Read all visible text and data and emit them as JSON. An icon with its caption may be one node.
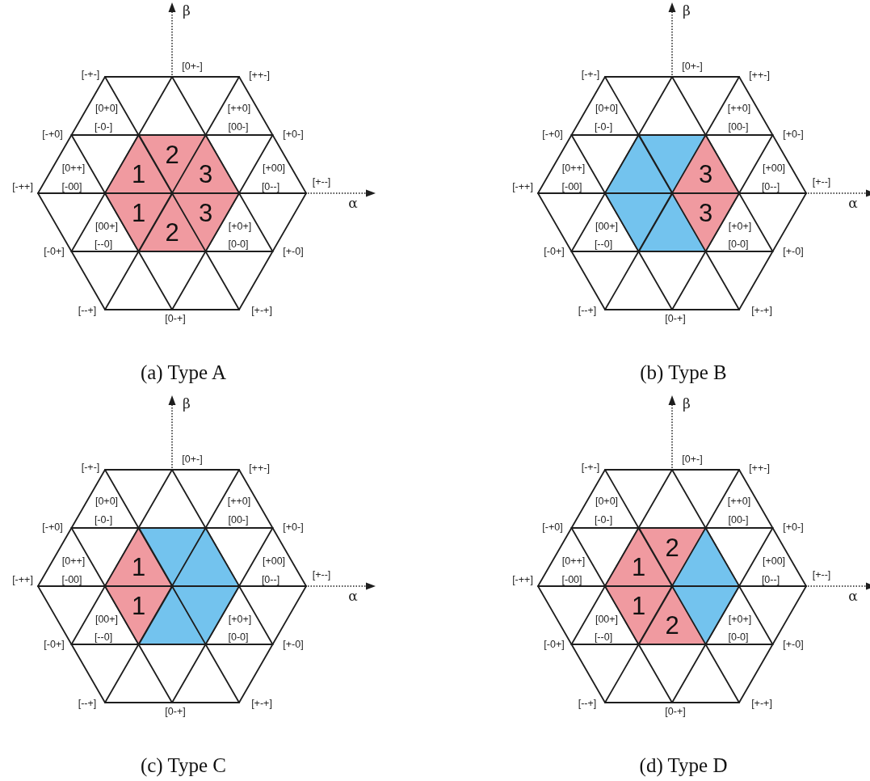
{
  "diagram": {
    "nodes": [
      {
        "text": [],
        "shape": "hexagon",
        "beside": [
          "β",
          "[0+-]",
          "[-+-]",
          "[++-]",
          "[0+0]",
          "[++0]",
          "[-0-]",
          "[00-]",
          "[-+0]",
          "[+0-]",
          "[0++]",
          "[+00]",
          "[+--]",
          "[-++]",
          "[-00]",
          "[0--]",
          "α",
          "[00+]",
          "[+0+]",
          "[--0]",
          "[0-0]",
          "[-0+]",
          "[+-0]",
          "[--+]",
          "[+-+]",
          "[0-+]"
        ]
      },
      {
        "text": [
          "1"
        ],
        "in": 0
      },
      {
        "text": [
          "2"
        ],
        "in": 0
      },
      {
        "text": [
          "3"
        ],
        "in": 0
      },
      {
        "text": [
          "1"
        ],
        "in": 0
      },
      {
        "text": [
          "2"
        ],
        "in": 0
      },
      {
        "text": [
          "3"
        ],
        "in": 0
      },
      {
        "text": [],
        "shape": "hexagon",
        "beside": [
          "β",
          "[0+-]",
          "[-+-]",
          "[++-]",
          "[0+0]",
          "[++0]",
          "[-0-]",
          "[00-]",
          "[-+0]",
          "[+0-]",
          "[0++]",
          "[+00]",
          "[+--]",
          "[-++]",
          "[-00]",
          "[0--]",
          "α",
          "[00+]",
          "[+0+]",
          "[--0]",
          "[0-0]",
          "[-0+]",
          "[+-0]",
          "[--+]",
          "[+-+]",
          "[0-+]"
        ]
      },
      {
        "text": [],
        "shape": "triangle",
        "in": 7
      },
      {
        "text": [],
        "shape": "triangle",
        "in": 7
      },
      {
        "text": [
          "3"
        ],
        "in": 7
      },
      {
        "text": [],
        "shape": "triangle",
        "in": 7
      },
      {
        "text": [],
        "shape": "triangle",
        "in": 7
      },
      {
        "text": [
          "3"
        ],
        "in": 7
      },
      {
        "text": [],
        "shape": "hexagon",
        "beside": [
          "β",
          "[0+-]",
          "[-+-]",
          "[++-]",
          "[0+0]",
          "[++0]",
          "[-0-]",
          "[00-]",
          "[-+0]",
          "[+0-]",
          "[0++]",
          "[+00]",
          "[+--]",
          "[-++]",
          "[-00]",
          "[0--]",
          "α",
          "[00+]",
          "[+0+]",
          "[--0]",
          "[0-0]",
          "[-0+]",
          "[+-0]",
          "[--+]",
          "[+-+]",
          "[0-+]"
        ]
      },
      {
        "text": [
          "1"
        ],
        "in": 14
      },
      {
        "text": [],
        "shape": "triangle",
        "in": 14
      },
      {
        "text": [],
        "shape": "triangle",
        "in": 14
      },
      {
        "text": [
          "1"
        ],
        "in": 14
      },
      {
        "text": [],
        "shape": "triangle",
        "in": 14
      },
      {
        "text": [],
        "shape": "triangle",
        "in": 14
      },
      {
        "text": [],
        "shape": "hexagon",
        "beside": [
          "β",
          "[0+-]",
          "[-+-]",
          "[++-]",
          "[0+0]",
          "[++0]",
          "[-0-]",
          "[00-]",
          "[-+0]",
          "[+0-]",
          "[0++]",
          "[+00]",
          "[+--]",
          "[-++]",
          "[-00]",
          "[0--]",
          "α",
          "[00+]",
          "[+0+]",
          "[--0]",
          "[0-0]",
          "[-0+]",
          "[+-0]",
          "[--+]",
          "[+-+]",
          "[0-+]"
        ]
      },
      {
        "text": [
          "1"
        ],
        "in": 21
      },
      {
        "text": [
          "2"
        ],
        "in": 21
      },
      {
        "text": [],
        "shape": "triangle",
        "in": 21
      },
      {
        "text": [
          "1"
        ],
        "in": 21
      },
      {
        "text": [
          "2"
        ],
        "in": 21
      },
      {
        "text": [],
        "shape": "triangle",
        "in": 21
      }
    ],
    "labels": [
      "(a) Type A",
      "(b) Type B",
      "(c) Type C",
      "(d) Type D"
    ]
  }
}
